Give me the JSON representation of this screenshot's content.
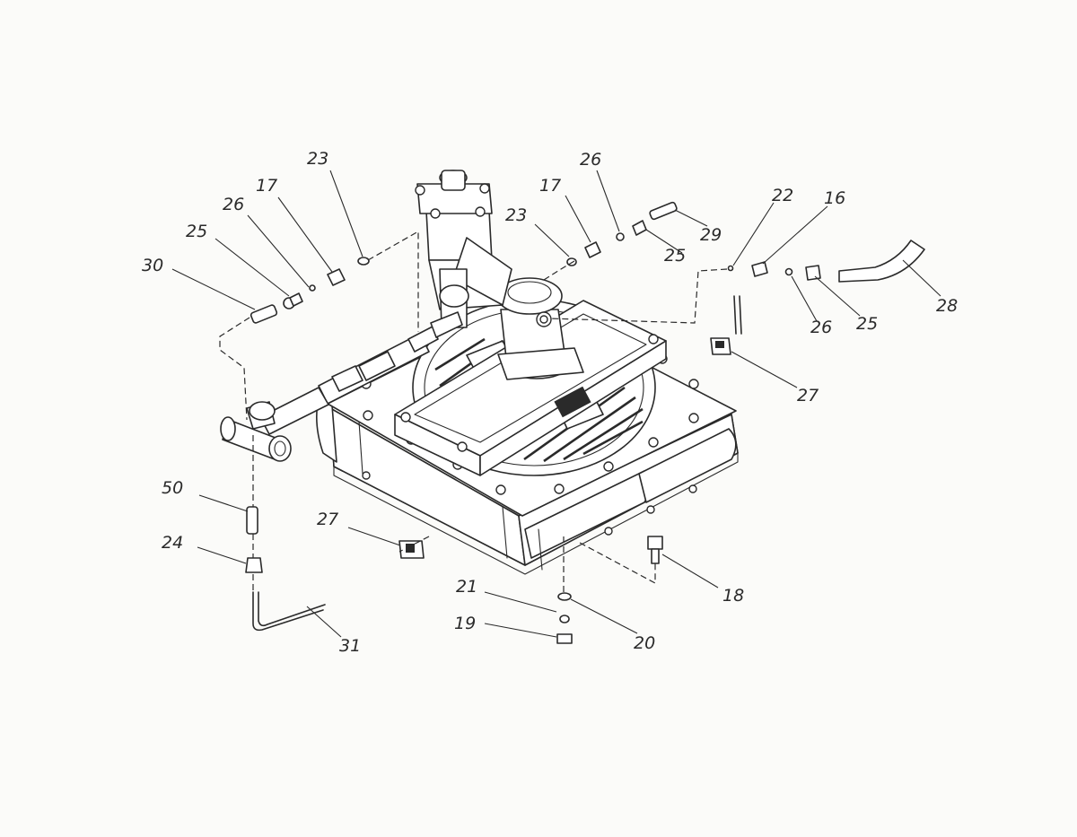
{
  "callouts": [
    {
      "id": "c23a",
      "text": "23"
    },
    {
      "id": "c17a",
      "text": "17"
    },
    {
      "id": "c26a",
      "text": "26"
    },
    {
      "id": "c25a",
      "text": "25"
    },
    {
      "id": "c30",
      "text": "30"
    },
    {
      "id": "c23b",
      "text": "23"
    },
    {
      "id": "c17b",
      "text": "17"
    },
    {
      "id": "c26b",
      "text": "26"
    },
    {
      "id": "c29",
      "text": "29"
    },
    {
      "id": "c25b",
      "text": "25"
    },
    {
      "id": "c22",
      "text": "22"
    },
    {
      "id": "c16",
      "text": "16"
    },
    {
      "id": "c28",
      "text": "28"
    },
    {
      "id": "c26c",
      "text": "26"
    },
    {
      "id": "c25c",
      "text": "25"
    },
    {
      "id": "c27a",
      "text": "27"
    },
    {
      "id": "c50",
      "text": "50"
    },
    {
      "id": "c24",
      "text": "24"
    },
    {
      "id": "c27b",
      "text": "27"
    },
    {
      "id": "c31",
      "text": "31"
    },
    {
      "id": "c21",
      "text": "21"
    },
    {
      "id": "c19",
      "text": "19"
    },
    {
      "id": "c20",
      "text": "20"
    },
    {
      "id": "c18",
      "text": "18"
    }
  ]
}
